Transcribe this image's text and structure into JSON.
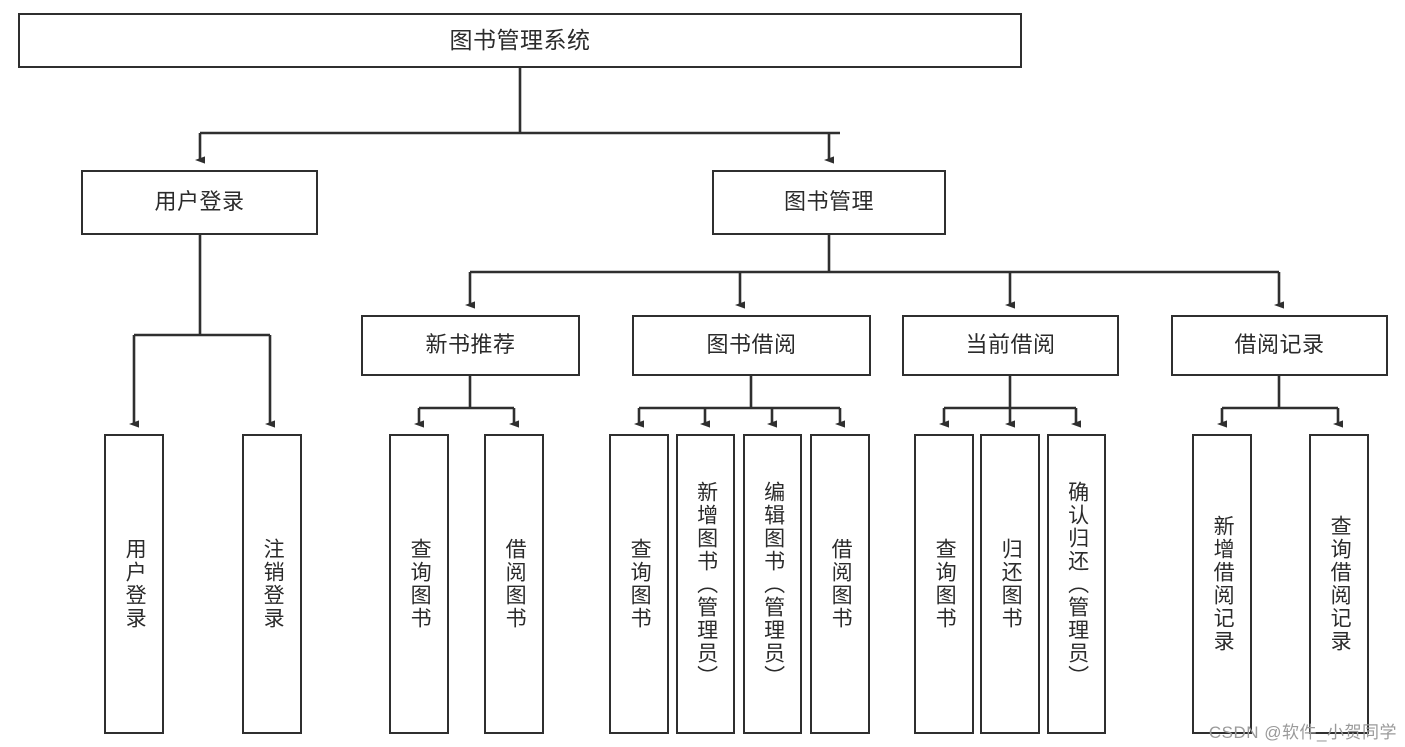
{
  "diagram": {
    "title": "图书管理系统",
    "watermark": "CSDN @软件_小贺同学",
    "colors": {
      "stroke": "#2f2f2f",
      "text": "#2b2b2b",
      "background": "#ffffff",
      "watermark": "#9a9a9a"
    },
    "levels": {
      "root": {
        "label": "图书管理系统"
      },
      "level2": [
        {
          "label": "用户登录"
        },
        {
          "label": "图书管理"
        }
      ],
      "level3": [
        {
          "label": "新书推荐"
        },
        {
          "label": "图书借阅"
        },
        {
          "label": "当前借阅"
        },
        {
          "label": "借阅记录"
        }
      ],
      "leaves": [
        {
          "label": "用户登录",
          "parent": "用户登录"
        },
        {
          "label": "注销登录",
          "parent": "用户登录"
        },
        {
          "label": "查询图书",
          "parent": "新书推荐"
        },
        {
          "label": "借阅图书",
          "parent": "新书推荐"
        },
        {
          "label": "查询图书",
          "parent": "图书借阅"
        },
        {
          "label": "新增图书（管理员）",
          "parent": "图书借阅"
        },
        {
          "label": "编辑图书（管理员）",
          "parent": "图书借阅"
        },
        {
          "label": "借阅图书",
          "parent": "图书借阅"
        },
        {
          "label": "查询图书",
          "parent": "当前借阅"
        },
        {
          "label": "归还图书",
          "parent": "当前借阅"
        },
        {
          "label": "确认归还（管理员）",
          "parent": "当前借阅"
        },
        {
          "label": "新增借阅记录",
          "parent": "借阅记录"
        },
        {
          "label": "查询借阅记录",
          "parent": "借阅记录"
        }
      ]
    }
  }
}
